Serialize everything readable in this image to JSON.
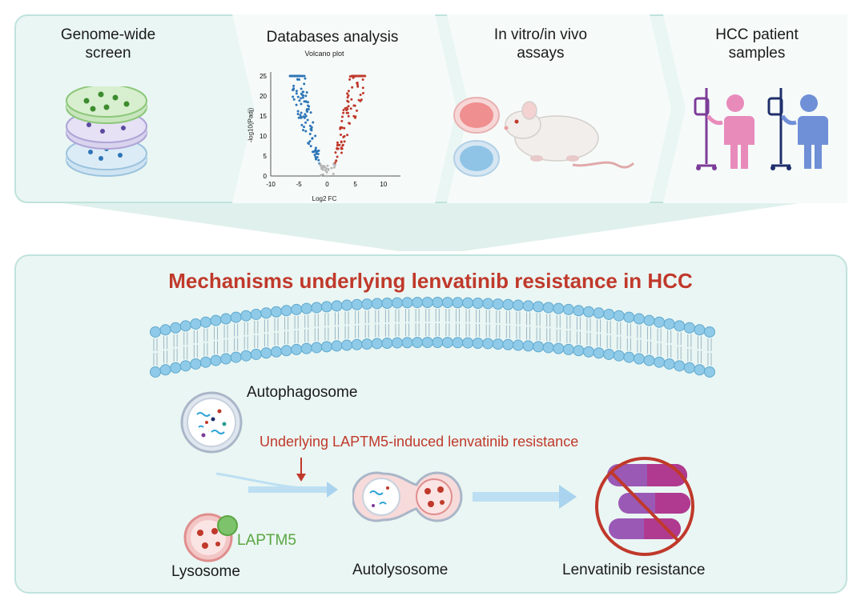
{
  "workflow": {
    "steps": [
      {
        "label": "Genome-wide\nscreen"
      },
      {
        "label": "Databases analysis"
      },
      {
        "label": "In vitro/in vivo\nassays"
      },
      {
        "label": "HCC patient\nsamples"
      }
    ]
  },
  "volcano": {
    "title": "Volcano plot",
    "xlabel": "Log2 FC",
    "ylabel": "-log10(Padj)",
    "x_ticks": [
      "-10",
      "-5",
      "0",
      "5",
      "10"
    ],
    "y_ticks": [
      "0",
      "5",
      "10",
      "15",
      "20",
      "25"
    ],
    "colors": {
      "up": "#c0392b",
      "down": "#2e75b6",
      "ns": "#b5b5b5"
    }
  },
  "mechanism": {
    "title": "Mechanisms underlying lenvatinib resistance in HCC",
    "autophagosome_label": "Autophagosome",
    "pathway_label": "Underlying LAPTM5-induced lenvatinib resistance",
    "lysosome_label": "Lysosome",
    "laptm5_label": "LAPTM5",
    "autolysosome_label": "Autolysosome",
    "resistance_label": "Lenvatinib resistance"
  },
  "colors": {
    "panel_bg": "#eaf6f3",
    "panel_border": "#bfe3dc",
    "title_red": "#c0392b",
    "laptm5_green": "#5aa642",
    "membrane_blue": "#8fcbe8",
    "capsule_purple": "#9b59b6",
    "capsule_magenta": "#b03a8f",
    "arrow_blue": "#a9d3ee"
  }
}
